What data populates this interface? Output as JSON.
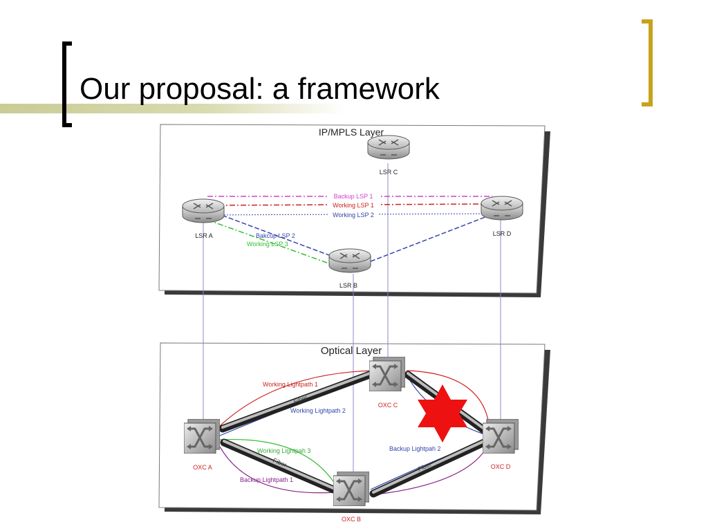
{
  "slide": {
    "title": "Our proposal: a framework"
  },
  "ip_layer": {
    "name": "IP/MPLS Layer",
    "routers": {
      "lsr_a": "LSR A",
      "lsr_b": "LSR B",
      "lsr_c": "LSR C",
      "lsr_d": "LSR D"
    },
    "lsps": {
      "backup_1": "Backup LSP 1",
      "working_1": "Working LSP 1",
      "working_2": "Working LSP 2",
      "backup_2": "Bakcup LSP 2",
      "working_3": "Working LSP 3"
    }
  },
  "optical_layer": {
    "name": "Optical Layer",
    "oxcs": {
      "oxc_a": "OXC A",
      "oxc_b": "OXC B",
      "oxc_c": "OXC C",
      "oxc_d": "OXC D"
    },
    "lightpaths": {
      "working_1": "Working Lightpath 1",
      "working_2": "Working Lightpath 2",
      "working_3": "Working Lightpah 3",
      "backup_1": "Backup Lightpath 1",
      "backup_2": "Backup Lightpah 2"
    },
    "fiber_label": "Fiber"
  },
  "colors": {
    "backup_lsp_1": "#cc44cc",
    "working_lsp_1": "#cc2222",
    "working_lsp_2": "#3344aa",
    "backup_lsp_2": "#3344aa",
    "working_lsp_3": "#33bb33",
    "failure_star": "#ee1111",
    "title_bracket_right": "#c8a21c"
  }
}
